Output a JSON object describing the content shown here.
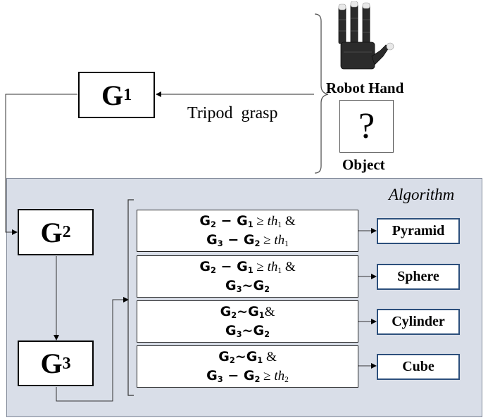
{
  "algorithm": {
    "label": "Algorithm"
  },
  "nodes": {
    "g1": {
      "base": "G",
      "sub": "1"
    },
    "g2": {
      "base": "G",
      "sub": "2"
    },
    "g3": {
      "base": "G",
      "sub": "3"
    }
  },
  "inputs": {
    "robot_hand_label": "Robot Hand",
    "object_label": "Object",
    "object_symbol": "?",
    "grasp_label": "Tripod  grasp"
  },
  "rules": [
    {
      "line1": {
        "a": "G",
        "as": "2",
        "op": " − ",
        "b": "G",
        "bs": "1",
        "rel": " ≥ ",
        "th": "th",
        "ths": "1",
        "tail": " &"
      },
      "line2": {
        "a": "G",
        "as": "3",
        "op": " − ",
        "b": "G",
        "bs": "2",
        "rel": " ≥ ",
        "th": "th",
        "ths": "1",
        "tail": ""
      },
      "result": "Pyramid"
    },
    {
      "line1": {
        "a": "G",
        "as": "2",
        "op": " − ",
        "b": "G",
        "bs": "1",
        "rel": " ≥ ",
        "th": "th",
        "ths": "1",
        "tail": " &"
      },
      "line2": {
        "a": "G",
        "as": "3",
        "op": "~",
        "b": "G",
        "bs": "2",
        "rel": "",
        "th": "",
        "ths": "",
        "tail": ""
      },
      "result": "Sphere"
    },
    {
      "line1": {
        "a": "G",
        "as": "2",
        "op": "~",
        "b": "G",
        "bs": "1",
        "rel": "",
        "th": "",
        "ths": "",
        "tail": "&"
      },
      "line2": {
        "a": "G",
        "as": "3",
        "op": "~",
        "b": "G",
        "bs": "2",
        "rel": "",
        "th": "",
        "ths": "",
        "tail": ""
      },
      "result": "Cylinder"
    },
    {
      "line1": {
        "a": "G",
        "as": "2",
        "op": "~",
        "b": "G",
        "bs": "1",
        "rel": "",
        "th": "",
        "ths": "",
        "tail": " &"
      },
      "line2": {
        "a": "G",
        "as": "3",
        "op": " − ",
        "b": "G",
        "bs": "2",
        "rel": " ≥ ",
        "th": "th",
        "ths": "2",
        "tail": ""
      },
      "result": "Cube"
    }
  ],
  "colors": {
    "panel_fill": "#d9dee8",
    "result_border": "#2c4f7c"
  },
  "icons": {
    "robot_hand": "robot-hand-icon"
  }
}
